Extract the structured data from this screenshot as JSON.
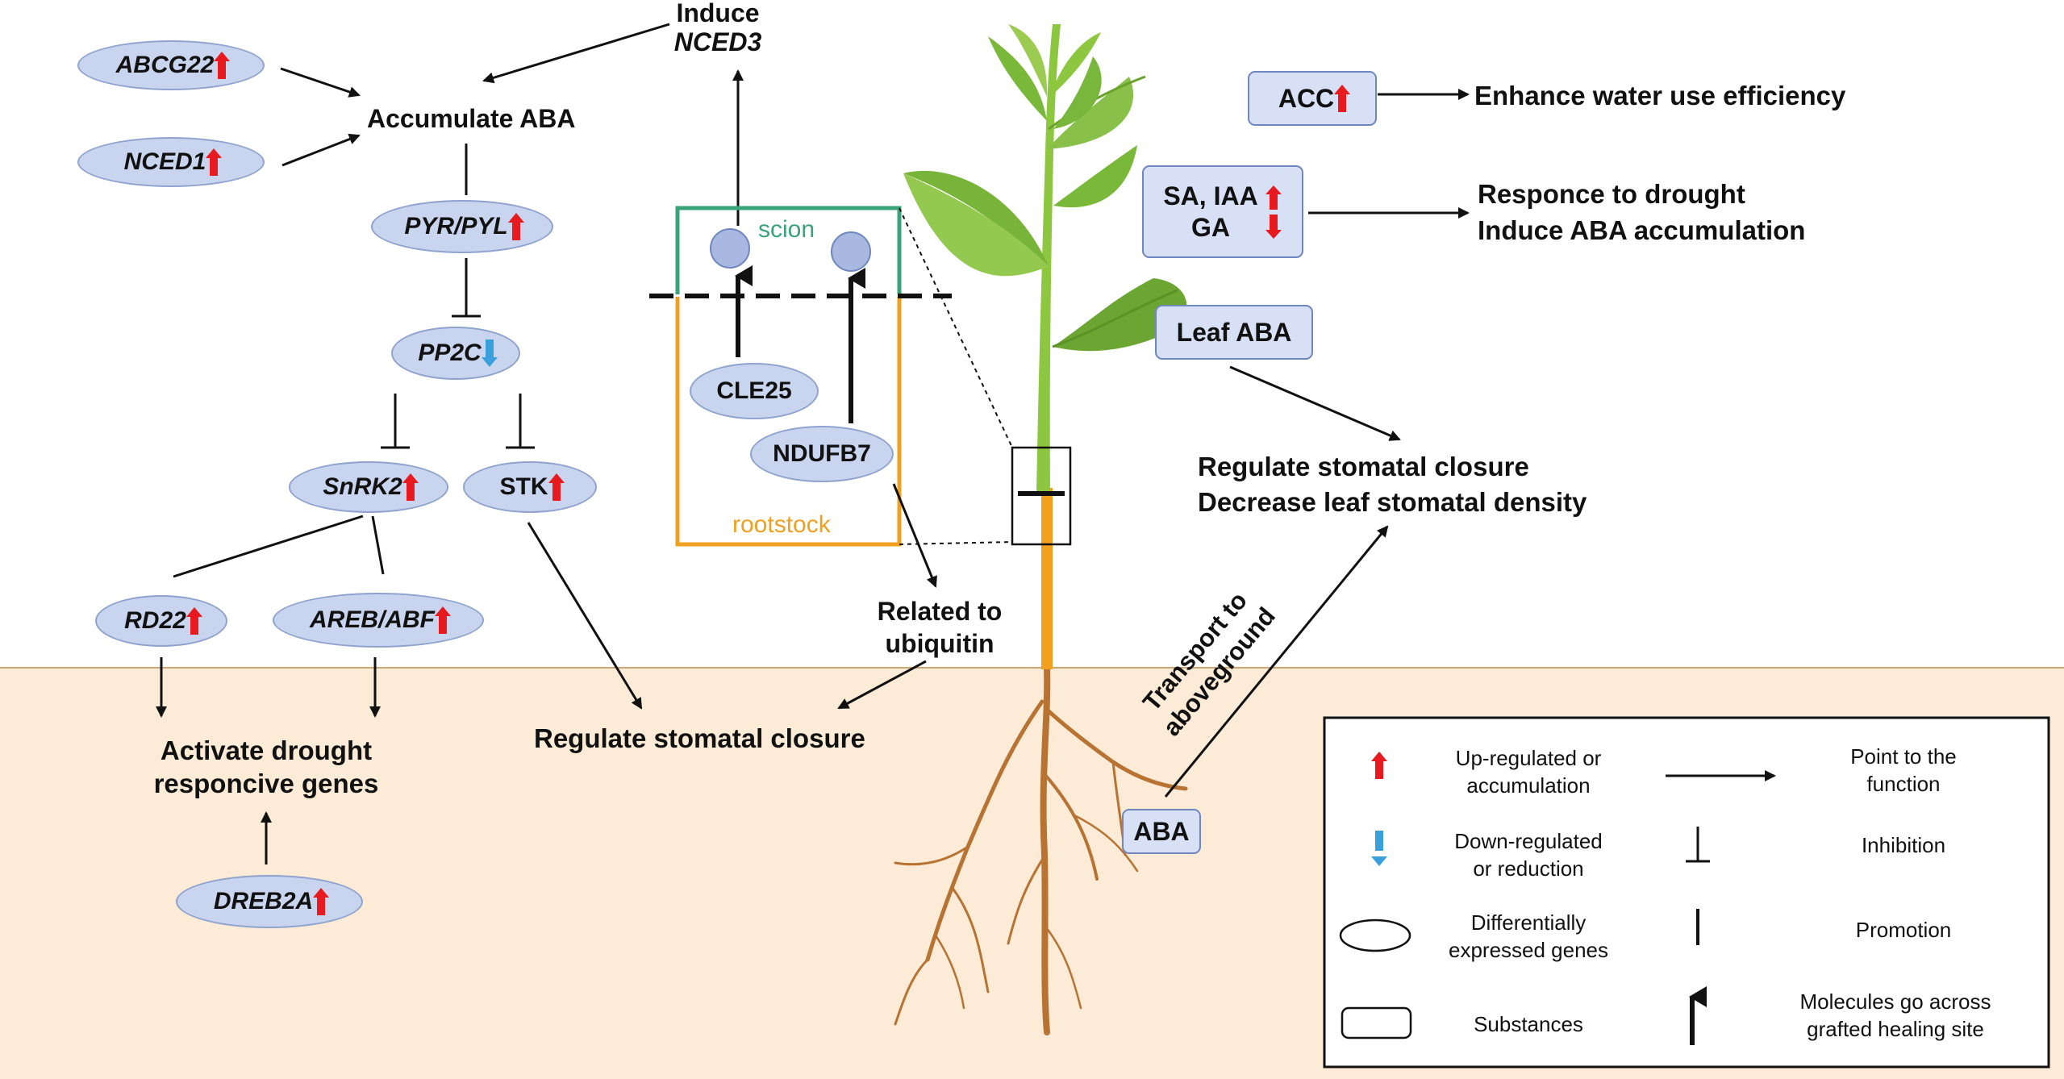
{
  "colors": {
    "soil": "#fcebd6",
    "soil_line": "#c9a878",
    "gene_fill": "#c9d4ee",
    "gene_border": "#8fa3cf",
    "up_arrow": "#e8191f",
    "down_arrow": "#3aa0dc",
    "scion_box": "#3aa37a",
    "rootstock_box": "#f0a020",
    "leaf": "#7ab83a",
    "stem": "#8dc63f",
    "root": "#b87333"
  },
  "top": {
    "induce": "Induce",
    "nced3": "NCED3",
    "accumulate_aba": "Accumulate ABA"
  },
  "genes": {
    "abcg22": "ABCG22",
    "nced1": "NCED1",
    "pyr_pyl": "PYR/PYL",
    "pp2c": "PP2C",
    "snrk2": "SnRK2",
    "stk": "STK",
    "rd22": "RD22",
    "areb_abf": "AREB/ABF",
    "dreb2a": "DREB2A",
    "cle25": "CLE25",
    "ndufb7": "NDUFB7"
  },
  "graft": {
    "scion": "scion",
    "rootstock": "rootstock"
  },
  "labels": {
    "activate_line1": "Activate drought",
    "activate_line2": "responcive genes",
    "regulate_stomatal_closure": "Regulate stomatal closure",
    "related_line1": "Related to",
    "related_line2": "ubiquitin",
    "transport_line1": "Transport to",
    "transport_line2": "aboveground",
    "reg_closure_upper": "Regulate stomatal closure",
    "decrease_density": "Decrease leaf stomatal density",
    "enhance_wue": "Enhance water use efficiency",
    "responce_drought": "Responce to drought",
    "induce_aba_acc": "Induce ABA accumulation"
  },
  "substances": {
    "acc": "ACC",
    "sa_iaa": "SA, IAA",
    "ga": "GA",
    "leaf_aba": "Leaf ABA",
    "aba": "ABA"
  },
  "legend": {
    "up_line1": "Up-regulated or",
    "up_line2": "accumulation",
    "down_line1": "Down-regulated",
    "down_line2": "or reduction",
    "deg_line1": "Differentially",
    "deg_line2": "expressed genes",
    "substances": "Substances",
    "point_line1": "Point to the",
    "point_line2": "function",
    "inhibition": "Inhibition",
    "promotion": "Promotion",
    "mol_line1": "Molecules go across",
    "mol_line2": "grafted healing site"
  }
}
